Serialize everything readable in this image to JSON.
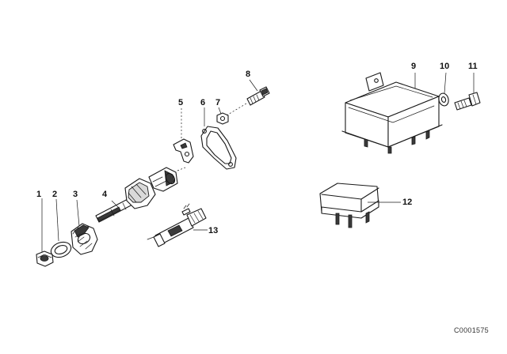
{
  "diagram": {
    "callouts": [
      {
        "id": "1",
        "label": "1"
      },
      {
        "id": "2",
        "label": "2"
      },
      {
        "id": "3",
        "label": "3"
      },
      {
        "id": "4",
        "label": "4"
      },
      {
        "id": "5",
        "label": "5"
      },
      {
        "id": "6",
        "label": "6"
      },
      {
        "id": "7",
        "label": "7"
      },
      {
        "id": "8",
        "label": "8"
      },
      {
        "id": "9",
        "label": "9"
      },
      {
        "id": "10",
        "label": "10"
      },
      {
        "id": "11",
        "label": "11"
      },
      {
        "id": "12",
        "label": "12"
      },
      {
        "id": "13",
        "label": "13"
      }
    ],
    "diagram_id": "C0001575"
  }
}
